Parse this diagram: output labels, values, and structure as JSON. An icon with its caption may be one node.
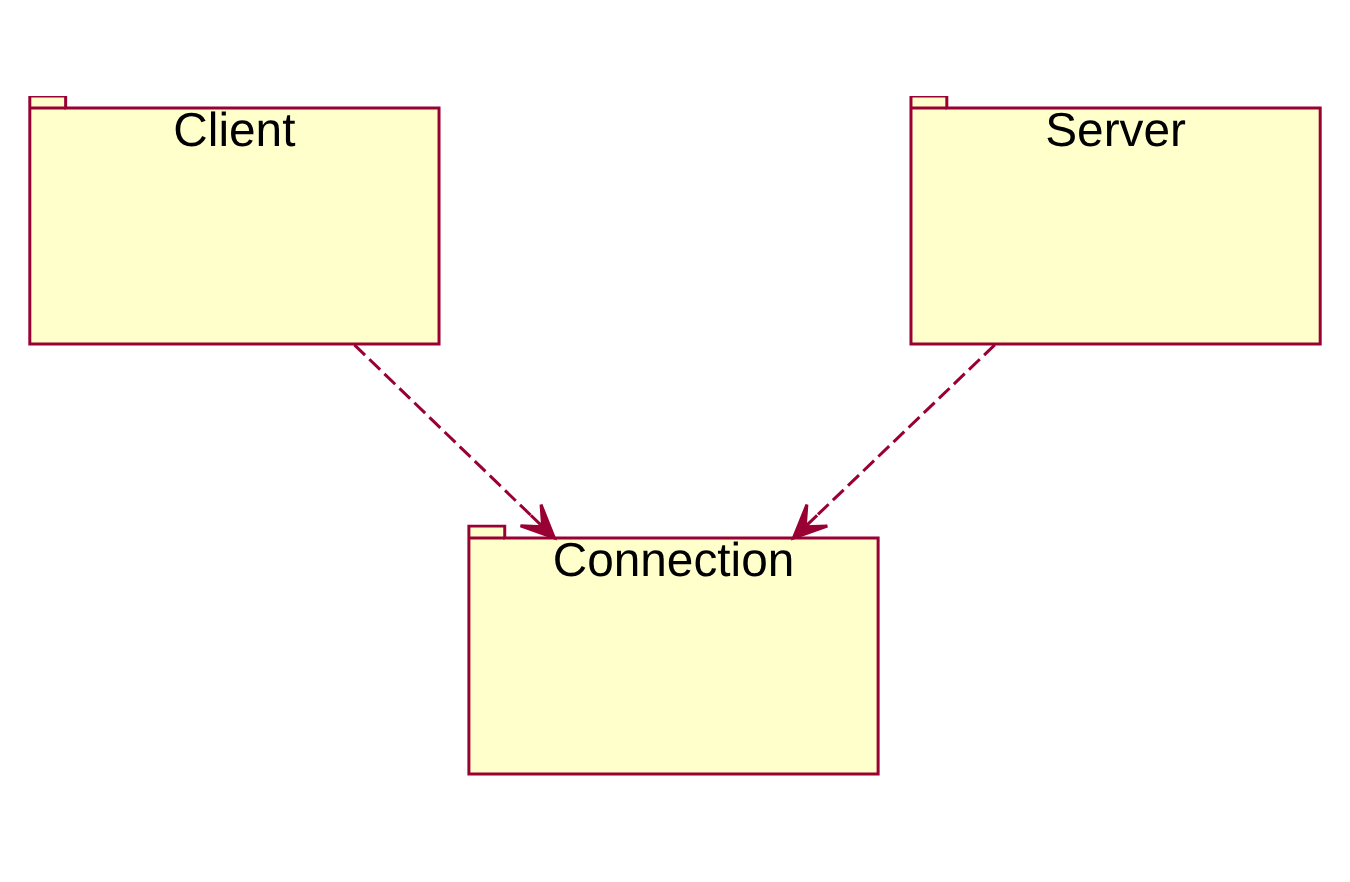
{
  "diagram": {
    "nodes": [
      {
        "text": [
          "Client"
        ]
      },
      {
        "text": [
          "Server"
        ]
      },
      {
        "text": [
          "Connection"
        ]
      }
    ],
    "edges": [
      {
        "from": 0,
        "to": 2,
        "arrow": "to",
        "style": "dashed"
      },
      {
        "from": 1,
        "to": 2,
        "arrow": "to",
        "style": "dashed"
      }
    ]
  }
}
